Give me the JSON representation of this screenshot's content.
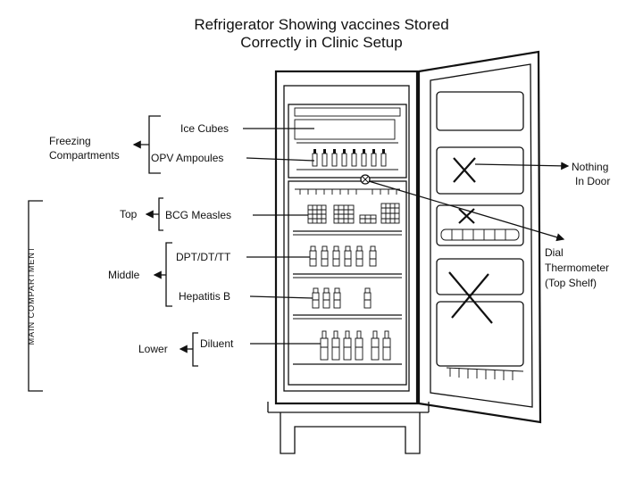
{
  "title": {
    "line1": "Refrigerator Showing vaccines Stored",
    "line2": "Correctly in Clinic Setup"
  },
  "side_label": "MAIN COMPARTMENT",
  "groups": {
    "freezing": {
      "line1": "Freezing",
      "line2": "Compartments"
    },
    "top": "Top",
    "middle": "Middle",
    "lower": "Lower"
  },
  "items": {
    "ice_cubes": "Ice Cubes",
    "opv": "OPV Ampoules",
    "bcg": "BCG Measles",
    "dpt": "DPT/DT/TT",
    "hepb": "Hepatitis B",
    "diluent": "Diluent"
  },
  "door_notes": {
    "nothing_line1": "Nothing",
    "nothing_line2": "In Door",
    "dial_line1": "Dial",
    "dial_line2": "Thermometer",
    "dial_line3": "(Top Shelf)"
  }
}
